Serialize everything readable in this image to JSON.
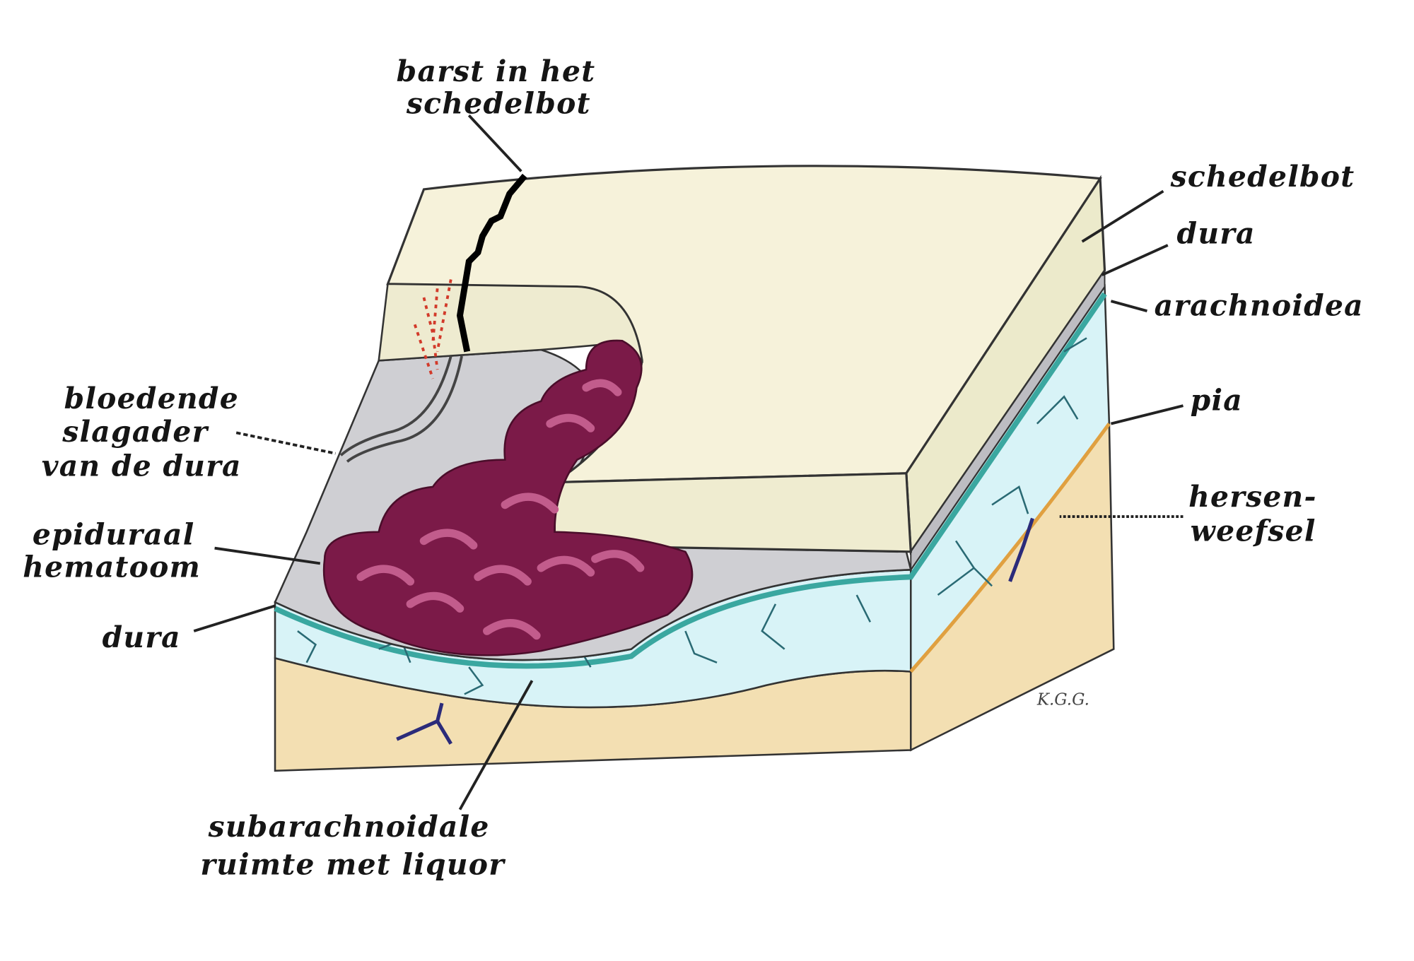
{
  "labels": {
    "skull_fracture": [
      "barst in het",
      "schedelbot"
    ],
    "skull_bone": "schedelbot",
    "dura_right": "dura",
    "arachnoid": "arachnoidea",
    "pia": "pia",
    "brain_tissue": [
      "hersen-",
      "weefsel"
    ],
    "bleeding_artery": [
      "bloedende",
      "slagader",
      "van de dura"
    ],
    "epidural_hematoma": [
      "epiduraal",
      "hematoom"
    ],
    "dura_left": "dura",
    "subarachnoid_space": [
      "subarachnoidale",
      "ruimte met liquor"
    ]
  },
  "signature": "K.G.G.",
  "colors": {
    "bone": "#f6f2da",
    "dura": "#cfcfd3",
    "hematoma": "#7b1a48",
    "csf": "#d8f3f7",
    "arachnoid": "#3aa7a0",
    "brain": "#f3dfb2"
  }
}
